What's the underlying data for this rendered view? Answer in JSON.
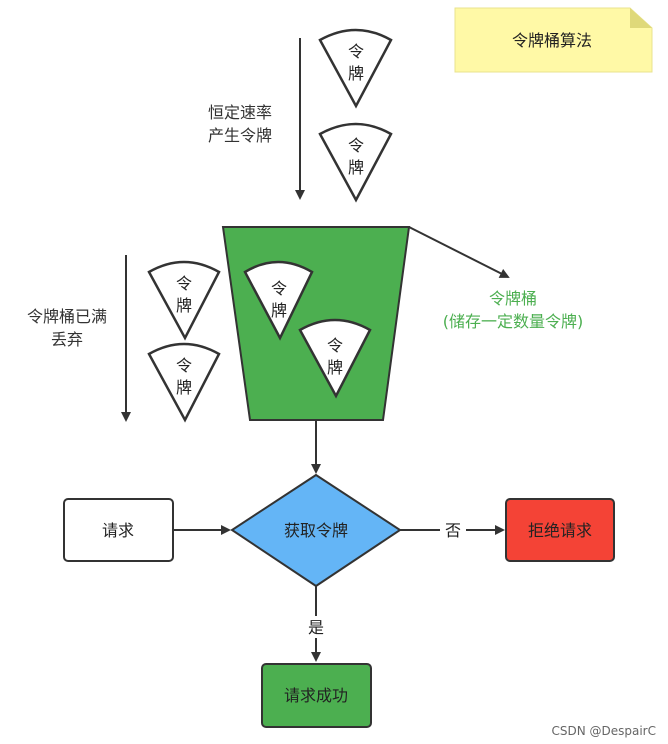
{
  "note": {
    "text": "令牌桶算法"
  },
  "tokens": {
    "char1": "令",
    "char2": "牌"
  },
  "labels": {
    "fixed_rate_line1": "恒定速率",
    "fixed_rate_line2": "产生令牌",
    "bucket_full_line1": "令牌桶已满",
    "bucket_full_line2": "丢弃",
    "bucket_name_line1": "令牌桶",
    "bucket_name_line2": "(储存一定数量令牌)"
  },
  "nodes": {
    "request": "请求",
    "get_token": "获取令牌",
    "reject": "拒绝请求",
    "success": "请求成功"
  },
  "edges": {
    "no": "否",
    "yes": "是"
  },
  "watermark": "CSDN @DespairC",
  "colors": {
    "bucket": "#4caf50",
    "decision": "#64b5f6",
    "reject": "#f44336",
    "success": "#4caf50",
    "note": "#fff9a6",
    "bucket_label": "#4caf50"
  }
}
